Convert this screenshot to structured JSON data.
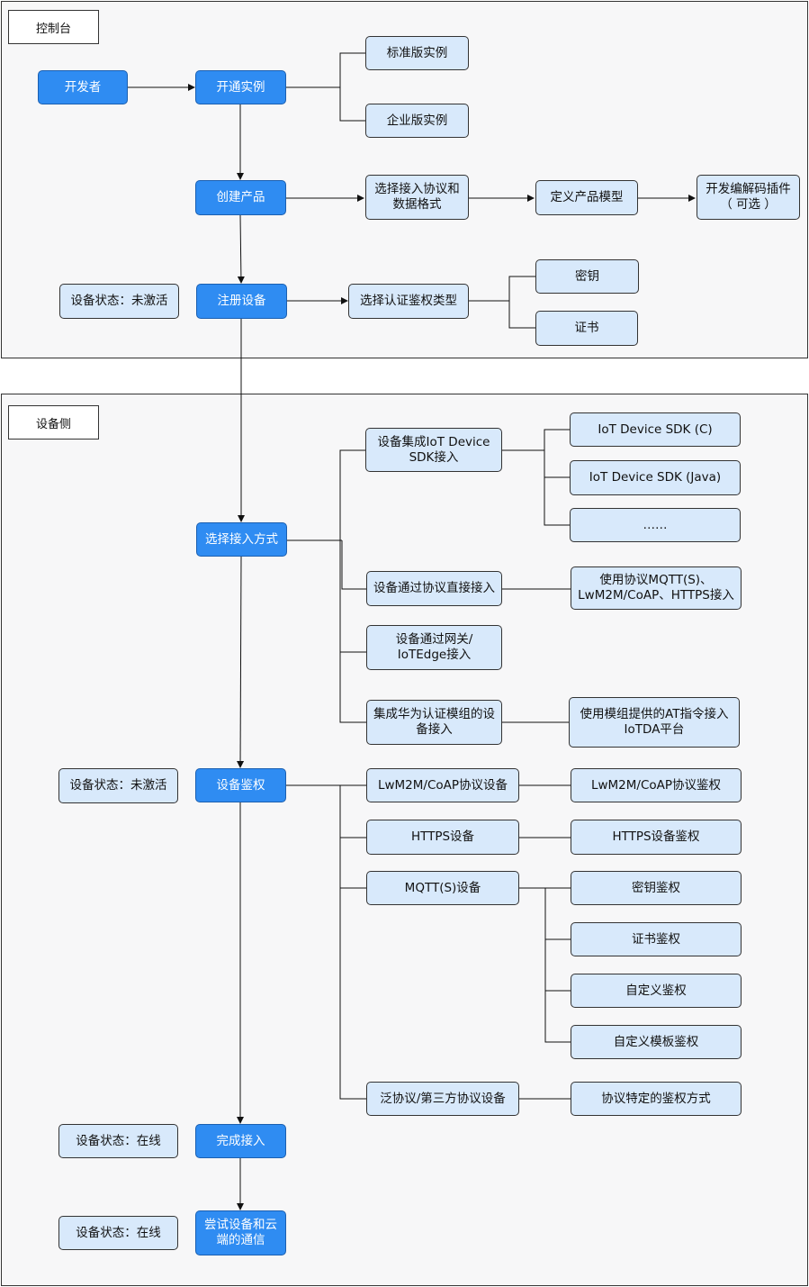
{
  "sections": {
    "console": "控制台",
    "device": "设备侧"
  },
  "nodes": {
    "developer": "开发者",
    "open_instance": "开通实例",
    "standard_instance": "标准版实例",
    "enterprise_instance": "企业版实例",
    "create_product": "创建产品",
    "select_protocol": "选择接入协议和\n数据格式",
    "define_model": "定义产品模型",
    "develop_codec": "开发编解码插件\n（ 可选 ）",
    "status_inactive_1": "设备状态：未激活",
    "register_device": "注册设备",
    "select_auth_type": "选择认证鉴权类型",
    "secret_key": "密钥",
    "certificate": "证书",
    "select_access": "选择接入方式",
    "sdk_access": "设备集成IoT Device\nSDK接入",
    "sdk_c": "IoT Device SDK (C)",
    "sdk_java": "IoT Device SDK (Java)",
    "sdk_more": "……",
    "direct_access": "设备通过协议直接接入",
    "direct_protocols": "使用协议MQTT(S)、\nLwM2M/CoAP、HTTPS接入",
    "gateway_access": "设备通过网关/\nIoTEdge接入",
    "module_access": "集成华为认证模组的设\n备接入",
    "module_at": "使用模组提供的AT指令接入\nIoTDA平台",
    "status_inactive_2": "设备状态：未激活",
    "device_auth": "设备鉴权",
    "lwm2m_device": "LwM2M/CoAP协议设备",
    "lwm2m_auth": "LwM2M/CoAP协议鉴权",
    "https_device": "HTTPS设备",
    "https_auth": "HTTPS设备鉴权",
    "mqtt_device": "MQTT(S)设备",
    "key_auth": "密钥鉴权",
    "cert_auth": "证书鉴权",
    "custom_auth": "自定义鉴权",
    "template_auth": "自定义模板鉴权",
    "generic_device": "泛协议/第三方协议设备",
    "protocol_auth": "协议特定的鉴权方式",
    "status_online_1": "设备状态：在线",
    "complete_access": "完成接入",
    "status_online_2": "设备状态：在线",
    "try_communication": "尝试设备和云\n端的通信"
  }
}
